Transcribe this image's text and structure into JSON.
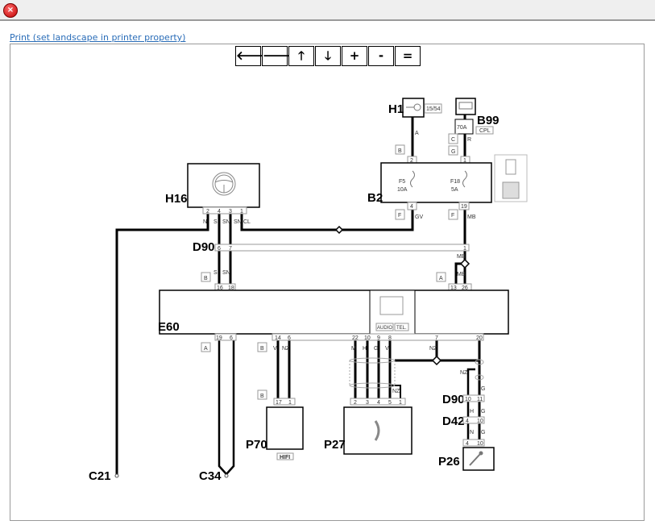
{
  "window": {
    "close_icon": "close-icon"
  },
  "print_link": "Print (set landscape in printer property)",
  "toolbar": {
    "left": "🡐",
    "right": "🡒",
    "up": "🡑",
    "down": "🡓",
    "zoom_in": "+",
    "zoom_out": "-",
    "reset": "="
  },
  "components": {
    "h1": {
      "label": "H1",
      "tag": "15/54"
    },
    "b99": {
      "label": "B99",
      "fuse": "70A",
      "tag": "CPL"
    },
    "b2": {
      "label": "B2",
      "fuse1": "F5",
      "fuse1_rating": "10A",
      "fuse2": "F18",
      "fuse2_rating": "5A"
    },
    "h16": {
      "label": "H16"
    },
    "d90": {
      "label": "D90"
    },
    "e60": {
      "label": "E60",
      "audio": "AUDIO",
      "tel": "TEL."
    },
    "p70": {
      "label": "P70",
      "tag": "HIFI"
    },
    "p27": {
      "label": "P27"
    },
    "p26": {
      "label": "P26"
    },
    "d90b": {
      "label": "D90"
    },
    "d42": {
      "label": "D42"
    },
    "c21": {
      "label": "C21"
    },
    "c34": {
      "label": "C34"
    }
  },
  "connectors": {
    "B": "B",
    "C": "C",
    "G": "G",
    "F": "F",
    "A": "A"
  },
  "pins": {
    "h1": "2",
    "b99": "1",
    "b2_4": "4",
    "b2_19": "19",
    "h16": [
      "2",
      "4",
      "3",
      "1"
    ],
    "d90": [
      "6",
      "7",
      "1"
    ],
    "e60_top": [
      "16",
      "18",
      "13",
      "26"
    ],
    "e60_bot": [
      "19",
      "6",
      "14",
      "6",
      "22",
      "10",
      "9",
      "8",
      "7",
      "20"
    ],
    "p70": [
      "17",
      "1"
    ],
    "p27": [
      "2",
      "3",
      "4",
      "5",
      "1"
    ],
    "d90b": [
      "10",
      "11"
    ],
    "d42": [
      "4",
      "10"
    ],
    "p26": [
      "4",
      "10"
    ]
  },
  "wire_colors": {
    "a": "A",
    "r": "R",
    "gv": "GV",
    "mb": "MB",
    "n": "N",
    "s": "S",
    "sn": "SN",
    "cl": "CL",
    "v": "V",
    "nz": "NZ",
    "m": "M",
    "h": "H",
    "g": "G"
  }
}
